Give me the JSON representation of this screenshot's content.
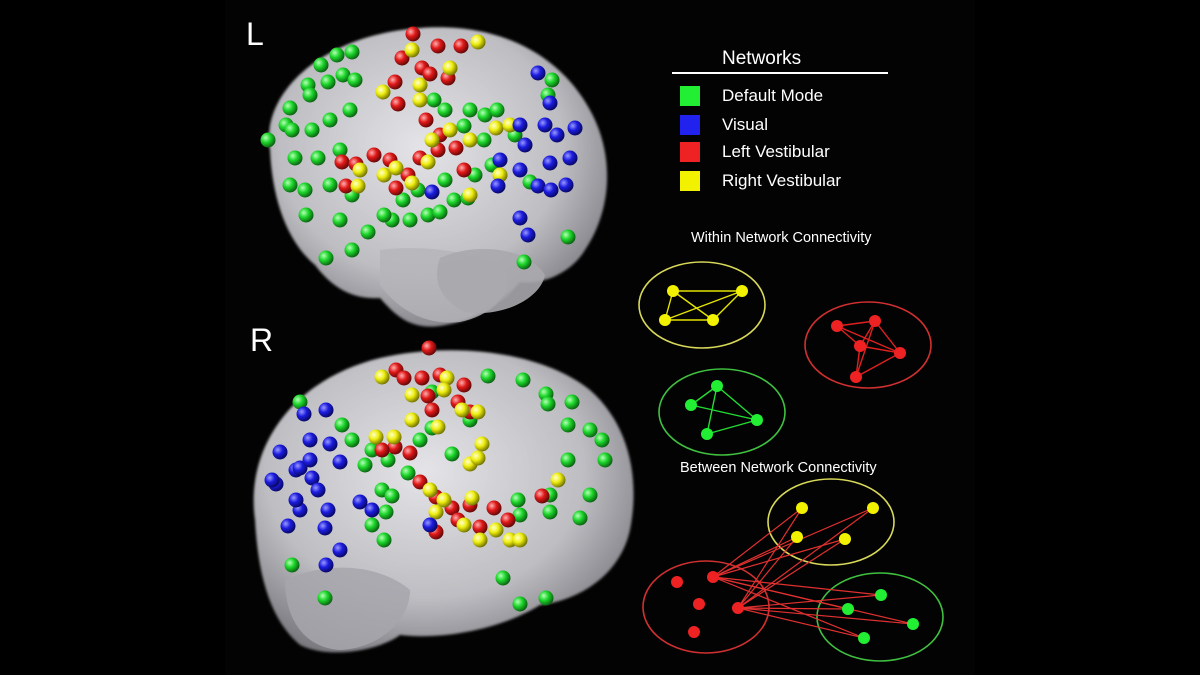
{
  "hemispheres": {
    "left_label": "L",
    "right_label": "R"
  },
  "legend": {
    "title": "Networks",
    "items": [
      {
        "label": "Default Mode",
        "color": "#22ee33"
      },
      {
        "label": "Visual",
        "color": "#2222ee"
      },
      {
        "label": "Left Vestibular",
        "color": "#ee2222"
      },
      {
        "label": "Right Vestibular",
        "color": "#f2f200"
      }
    ]
  },
  "sections": {
    "within": "Within Network Connectivity",
    "between": "Between Network Connectivity"
  },
  "colors": {
    "default_mode": "#22ee33",
    "visual": "#2222ee",
    "left_vestibular": "#ee2222",
    "right_vestibular": "#f2f200",
    "brain": "#c9c9cd"
  }
}
